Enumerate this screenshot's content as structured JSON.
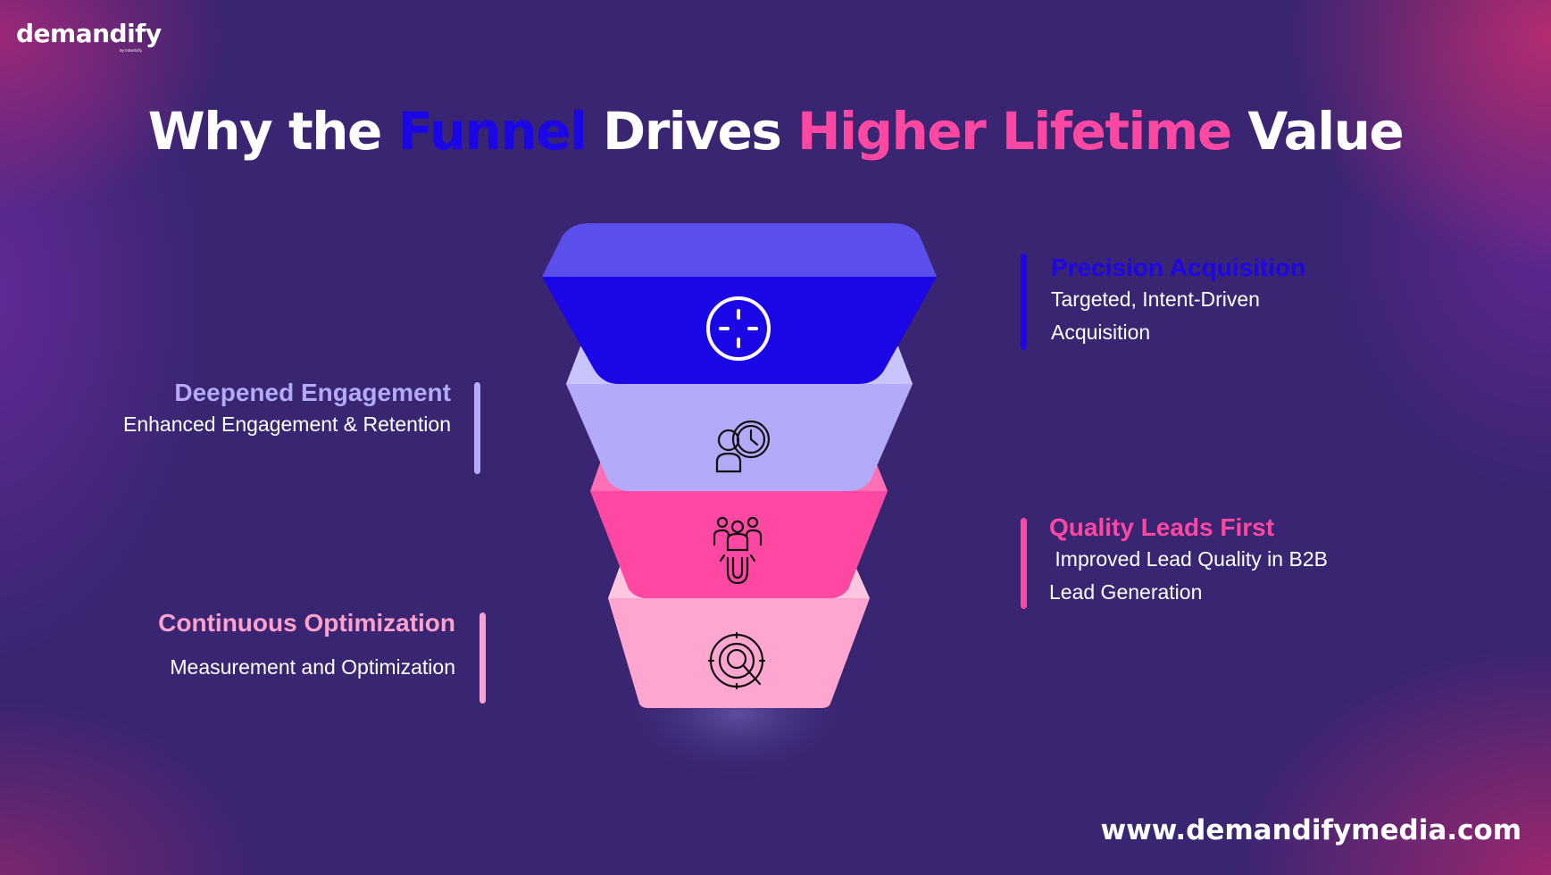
{
  "brand": {
    "logo_text": "demandify",
    "logo_subtext": "by Intentsify"
  },
  "title": {
    "part1": "Why the ",
    "part2": "Funnel",
    "part3": " Drives ",
    "part4": "Higher Lifetime",
    "part5": " Value"
  },
  "colors": {
    "background": "#392572",
    "blue": "#1b06e6",
    "lavender": "#b3abfa",
    "pink": "#fe48a2",
    "light_pink": "#fda2cd"
  },
  "funnel": {
    "layers": [
      {
        "icon": "target-crosshair-icon",
        "color": "#1b06e6"
      },
      {
        "icon": "person-clock-icon",
        "color": "#b3abfa"
      },
      {
        "icon": "people-magnet-icon",
        "color": "#fe48a2"
      },
      {
        "icon": "gear-search-icon",
        "color": "#fda2cd"
      }
    ]
  },
  "stages": {
    "precision": {
      "heading": "Precision Acquisition",
      "description": "Targeted, Intent-Driven Acquisition"
    },
    "engagement": {
      "heading": "Deepened Engagement",
      "description": "Enhanced Engagement & Retention"
    },
    "quality": {
      "heading": "Quality Leads First",
      "description": " Improved Lead Quality in B2B Lead Generation"
    },
    "optimization": {
      "heading": "Continuous Optimization",
      "description": "Measurement and Optimization"
    }
  },
  "footer": {
    "url": "www.demandifymedia.com"
  }
}
